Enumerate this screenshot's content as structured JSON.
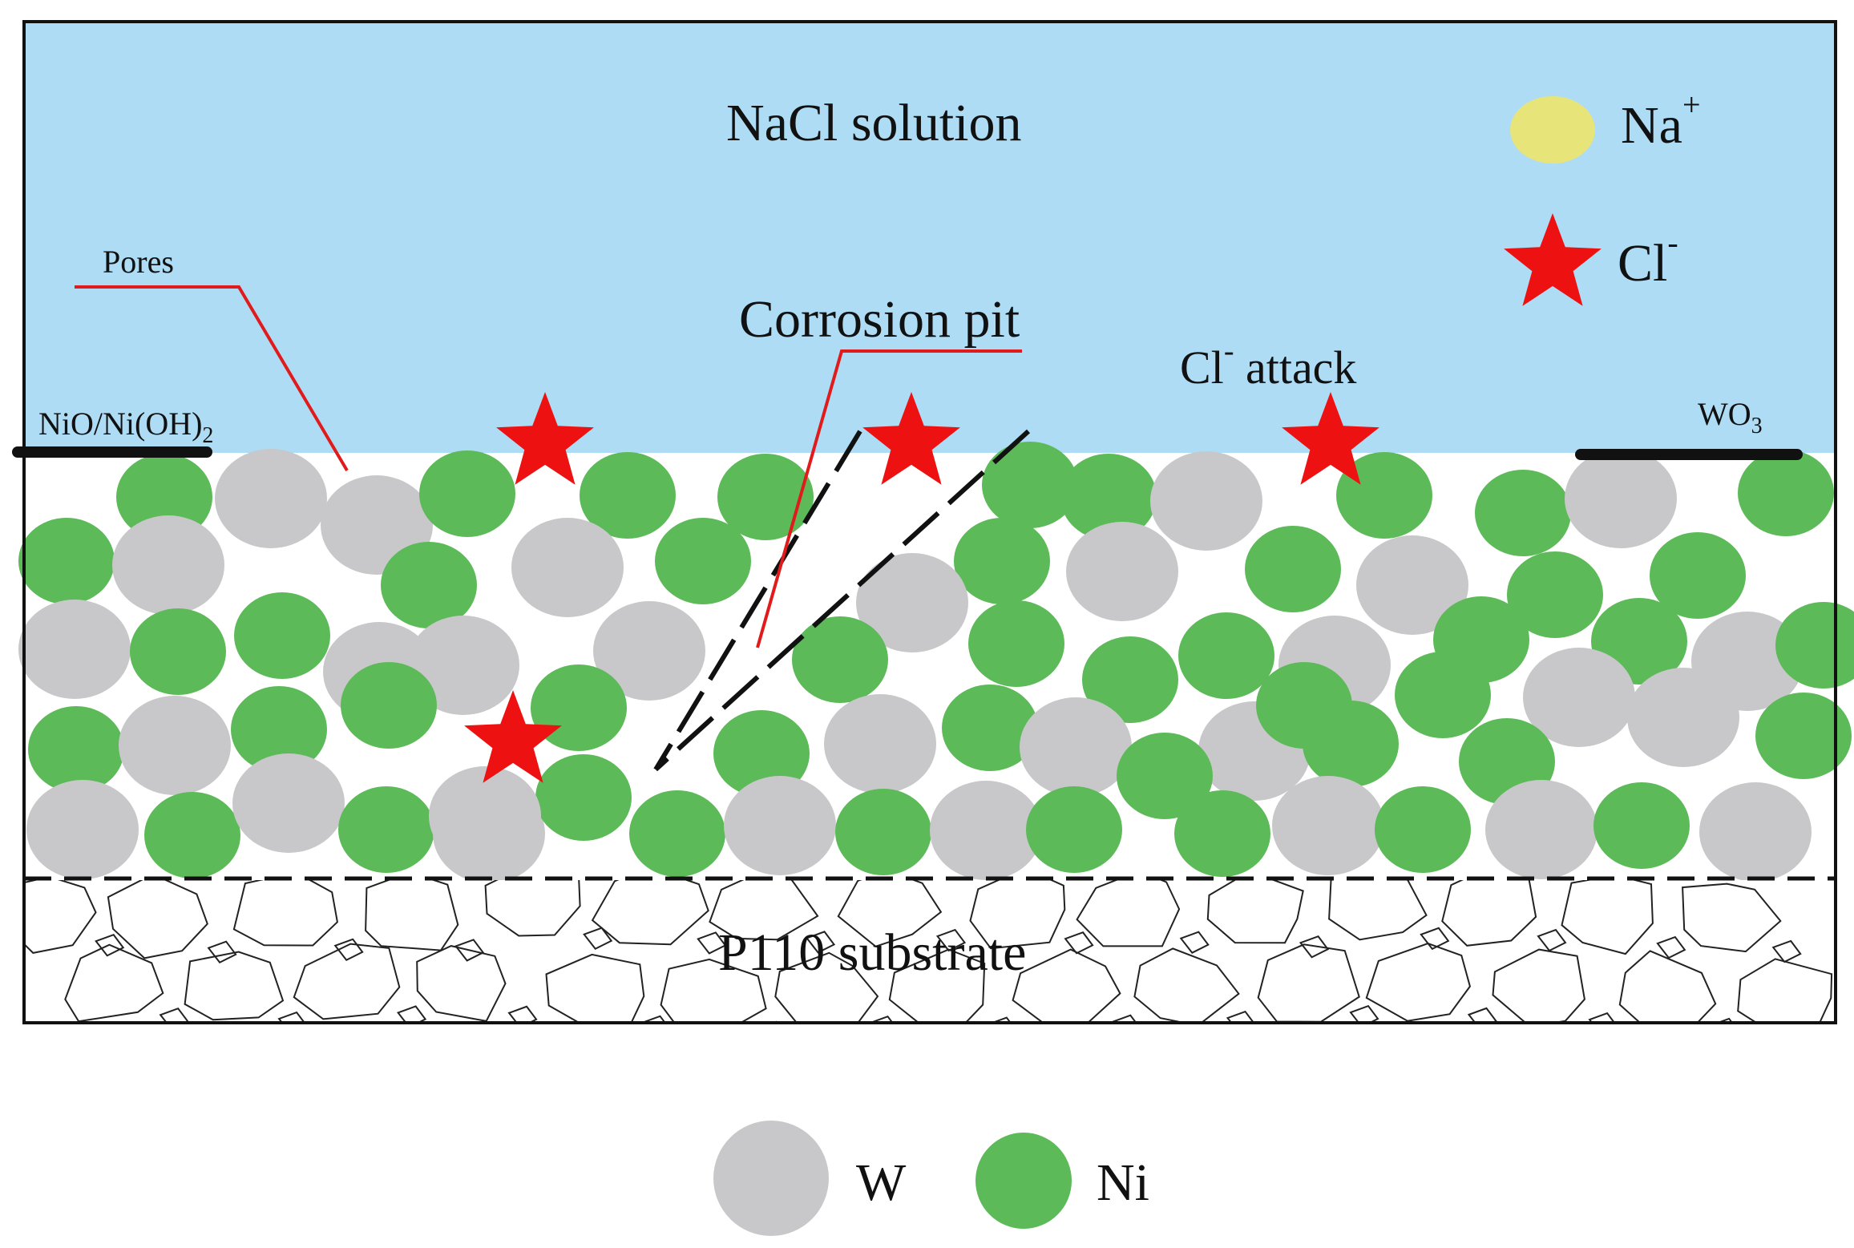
{
  "diagram": {
    "solution_label": "NaCl solution",
    "legend_ions": [
      {
        "symbol": "Na",
        "sup": "+",
        "marker": "yellow-circle"
      },
      {
        "symbol": "Cl",
        "sup": "-",
        "marker": "red-star"
      }
    ],
    "annotations": {
      "pores": "Pores",
      "corrosion_pit": "Corrosion pit",
      "cl_attack": {
        "base": "Cl",
        "sup": "-",
        "rest": " attack"
      },
      "nio_film": {
        "main": "NiO/Ni(OH)",
        "sub": "2"
      },
      "wo3_film": {
        "main": "WO",
        "sub": "3"
      }
    },
    "substrate_label": "P110 substrate",
    "legend_particles": [
      {
        "label": "W",
        "marker": "gray-circle"
      },
      {
        "label": "Ni",
        "marker": "green-circle"
      }
    ]
  },
  "colors": {
    "solution": "#ADDCF4",
    "ni_particle": "#5CBA58",
    "w_particle": "#C8C8CA",
    "na_ion": "#E7E57A",
    "cl_ion": "#EE1111",
    "annotation_line": "#E11B1B",
    "outline": "#111111"
  }
}
